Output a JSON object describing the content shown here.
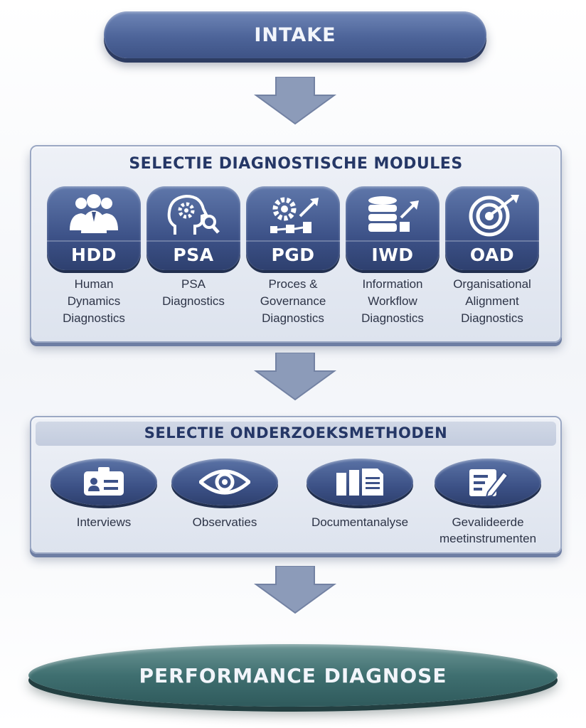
{
  "intake": {
    "label": "INTAKE"
  },
  "modules_panel": {
    "title": "SELECTIE DIAGNOSTISCHE MODULES",
    "modules": [
      {
        "code": "HDD",
        "label_lines": [
          "Human",
          "Dynamics",
          "Diagnostics"
        ],
        "icon": "people-group-icon"
      },
      {
        "code": "PSA",
        "label_lines": [
          "PSA",
          "Diagnostics"
        ],
        "icon": "head-gears-icon"
      },
      {
        "code": "PGD",
        "label_lines": [
          "Proces &",
          "Governance",
          "Diagnostics"
        ],
        "icon": "process-gear-icon"
      },
      {
        "code": "IWD",
        "label_lines": [
          "Information",
          "Workflow",
          "Diagnostics"
        ],
        "icon": "database-flow-icon"
      },
      {
        "code": "OAD",
        "label_lines": [
          "Organisational",
          "Alignment",
          "Diagnostics"
        ],
        "icon": "target-arrow-icon"
      }
    ]
  },
  "methods_panel": {
    "title": "SELECTIE ONDERZOEKSMETHODEN",
    "methods": [
      {
        "label_lines": [
          "Interviews"
        ],
        "icon": "id-card-icon"
      },
      {
        "label_lines": [
          "Observaties"
        ],
        "icon": "eye-icon"
      },
      {
        "label_lines": [
          "Documentanalyse"
        ],
        "icon": "documents-icon"
      },
      {
        "label_lines": [
          "Gevalideerde",
          "meetinstrumenten"
        ],
        "icon": "checklist-pen-icon"
      }
    ]
  },
  "final": {
    "label": "PERFORMANCE DIAGNOSE"
  },
  "colors": {
    "navy": "#3d5288",
    "teal": "#3f6f70",
    "arrow": "#8c9bb9",
    "text": "#253766"
  }
}
